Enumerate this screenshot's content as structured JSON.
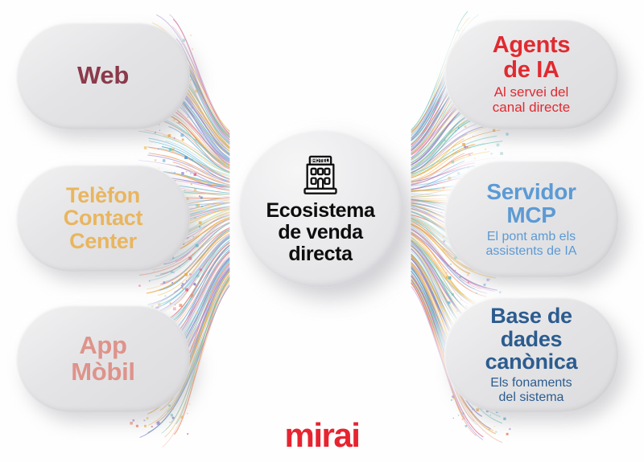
{
  "brand": {
    "name": "mirai",
    "color": "#E62430"
  },
  "hub": {
    "icon": "hotel-building-icon",
    "title": "Ecosistema\nde venda\ndirecta",
    "color": "#0d0d0d"
  },
  "left_cards": [
    {
      "id": "web",
      "title": "Web",
      "subtitle": "",
      "color": "#8B3A4B"
    },
    {
      "id": "phone",
      "title": "Telèfon\nContact\nCenter",
      "subtitle": "",
      "color": "#E9B55E"
    },
    {
      "id": "app",
      "title": "App\nMòbil",
      "subtitle": "",
      "color": "#DE938A"
    }
  ],
  "right_cards": [
    {
      "id": "agents",
      "title": "Agents\nde IA",
      "subtitle": "Al servei del\ncanal directe",
      "color": "#E02A30"
    },
    {
      "id": "mcp",
      "title": "Servidor\nMCP",
      "subtitle": "El pont amb els\nassistents de IA",
      "color": "#5C9AD4"
    },
    {
      "id": "db",
      "title": "Base de\ndades\ncanònica",
      "subtitle": "Els fonaments\ndel sistema",
      "color": "#2C5C8F"
    }
  ],
  "decoration": {
    "name": "converging-particle-streams",
    "palette": [
      "#62b8d8",
      "#8f7fd4",
      "#efa93c",
      "#e4698f",
      "#5fc2ae",
      "#f0c04e",
      "#a48fd8",
      "#6fc8c0",
      "#ef8a6a",
      "#4f9ed8"
    ]
  }
}
